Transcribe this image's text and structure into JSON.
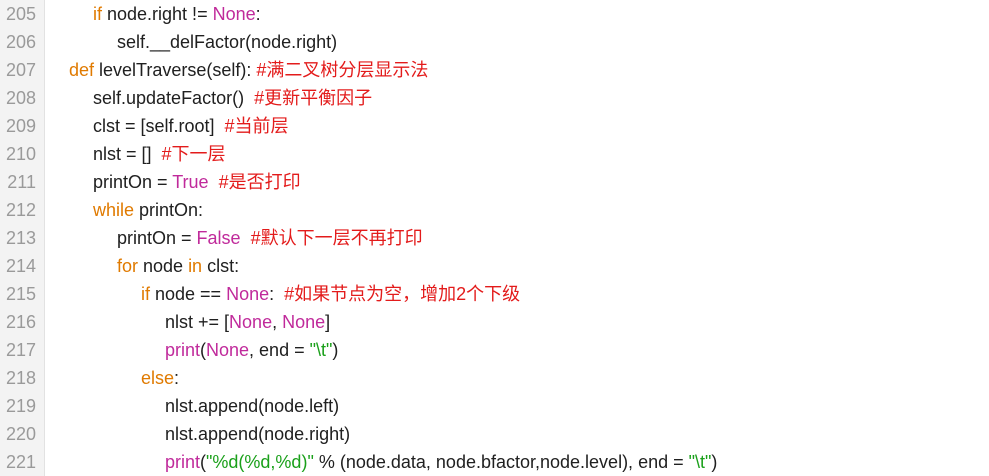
{
  "editor": {
    "lines": [
      {
        "n": "205",
        "indent": 2,
        "tokens": [
          {
            "t": "kw",
            "v": "if"
          },
          {
            "t": "plain",
            "v": " node.right != "
          },
          {
            "t": "const",
            "v": "None"
          },
          {
            "t": "plain",
            "v": ":"
          }
        ]
      },
      {
        "n": "206",
        "indent": 3,
        "tokens": [
          {
            "t": "plain",
            "v": "self.__delFactor(node.right)"
          }
        ]
      },
      {
        "n": "207",
        "indent": 1,
        "tokens": [
          {
            "t": "kw",
            "v": "def"
          },
          {
            "t": "plain",
            "v": " levelTraverse(self): "
          },
          {
            "t": "cmt",
            "v": "#满二叉树分层显示法"
          }
        ]
      },
      {
        "n": "208",
        "indent": 2,
        "tokens": [
          {
            "t": "plain",
            "v": "self.updateFactor()  "
          },
          {
            "t": "cmt",
            "v": "#更新平衡因子"
          }
        ]
      },
      {
        "n": "209",
        "indent": 2,
        "tokens": [
          {
            "t": "plain",
            "v": "clst = [self.root]  "
          },
          {
            "t": "cmt",
            "v": "#当前层"
          }
        ]
      },
      {
        "n": "210",
        "indent": 2,
        "tokens": [
          {
            "t": "plain",
            "v": "nlst = []  "
          },
          {
            "t": "cmt",
            "v": "#下一层"
          }
        ]
      },
      {
        "n": "211",
        "indent": 2,
        "tokens": [
          {
            "t": "plain",
            "v": "printOn = "
          },
          {
            "t": "const",
            "v": "True"
          },
          {
            "t": "plain",
            "v": "  "
          },
          {
            "t": "cmt",
            "v": "#是否打印"
          }
        ]
      },
      {
        "n": "212",
        "indent": 2,
        "tokens": [
          {
            "t": "kw",
            "v": "while"
          },
          {
            "t": "plain",
            "v": " printOn:"
          }
        ]
      },
      {
        "n": "213",
        "indent": 3,
        "tokens": [
          {
            "t": "plain",
            "v": "printOn = "
          },
          {
            "t": "const",
            "v": "False"
          },
          {
            "t": "plain",
            "v": "  "
          },
          {
            "t": "cmt",
            "v": "#默认下一层不再打印"
          }
        ]
      },
      {
        "n": "214",
        "indent": 3,
        "tokens": [
          {
            "t": "kw",
            "v": "for"
          },
          {
            "t": "plain",
            "v": " node "
          },
          {
            "t": "kw",
            "v": "in"
          },
          {
            "t": "plain",
            "v": " clst:"
          }
        ]
      },
      {
        "n": "215",
        "indent": 4,
        "tokens": [
          {
            "t": "kw",
            "v": "if"
          },
          {
            "t": "plain",
            "v": " node == "
          },
          {
            "t": "const",
            "v": "None"
          },
          {
            "t": "plain",
            "v": ":  "
          },
          {
            "t": "cmt",
            "v": "#如果节点为空，增加2个下级"
          }
        ]
      },
      {
        "n": "216",
        "indent": 5,
        "tokens": [
          {
            "t": "plain",
            "v": "nlst += ["
          },
          {
            "t": "const",
            "v": "None"
          },
          {
            "t": "plain",
            "v": ", "
          },
          {
            "t": "const",
            "v": "None"
          },
          {
            "t": "plain",
            "v": "]"
          }
        ]
      },
      {
        "n": "217",
        "indent": 5,
        "tokens": [
          {
            "t": "const",
            "v": "print"
          },
          {
            "t": "plain",
            "v": "("
          },
          {
            "t": "const",
            "v": "None"
          },
          {
            "t": "plain",
            "v": ", end = "
          },
          {
            "t": "str",
            "v": "\"\\t\""
          },
          {
            "t": "plain",
            "v": ")"
          }
        ]
      },
      {
        "n": "218",
        "indent": 4,
        "tokens": [
          {
            "t": "kw",
            "v": "else"
          },
          {
            "t": "plain",
            "v": ":"
          }
        ]
      },
      {
        "n": "219",
        "indent": 5,
        "tokens": [
          {
            "t": "plain",
            "v": "nlst.append(node.left)"
          }
        ]
      },
      {
        "n": "220",
        "indent": 5,
        "tokens": [
          {
            "t": "plain",
            "v": "nlst.append(node.right)"
          }
        ]
      },
      {
        "n": "221",
        "indent": 5,
        "tokens": [
          {
            "t": "const",
            "v": "print"
          },
          {
            "t": "plain",
            "v": "("
          },
          {
            "t": "str",
            "v": "\"%d(%d,%d)\""
          },
          {
            "t": "plain",
            "v": " % (node.data, node.bfactor,node.level), end = "
          },
          {
            "t": "str",
            "v": "\"\\t\""
          },
          {
            "t": "plain",
            "v": ")"
          }
        ]
      }
    ]
  }
}
